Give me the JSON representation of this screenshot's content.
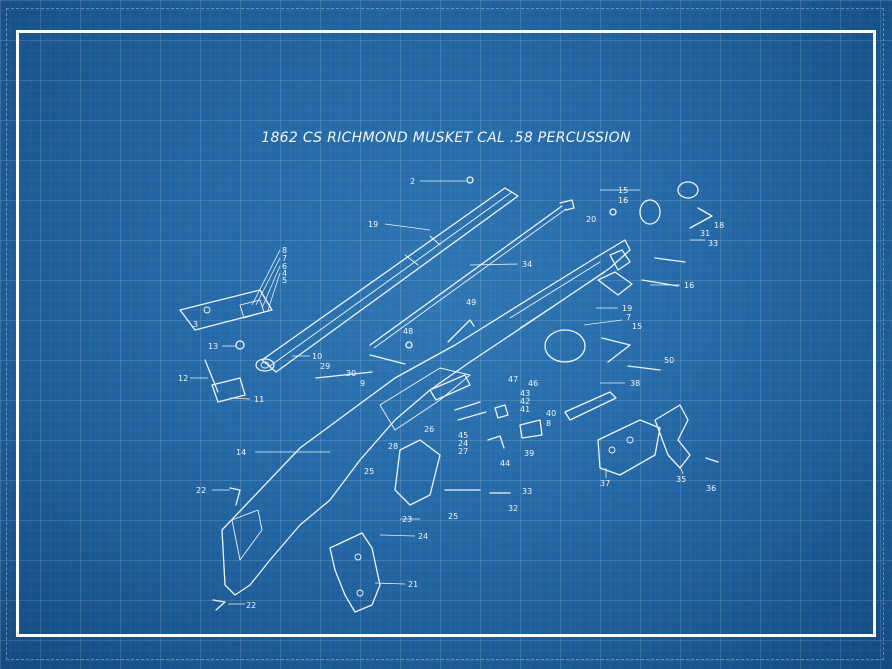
{
  "title": "1862 CS RICHMOND MUSKET CAL .58 PERCUSSION",
  "colors": {
    "background": "#2468a6",
    "line": "#eef4fb",
    "frame": "#ffffff"
  },
  "labels": [
    {
      "id": "p2",
      "text": "2"
    },
    {
      "id": "p19a",
      "text": "19"
    },
    {
      "id": "p34",
      "text": "34"
    },
    {
      "id": "p8",
      "text": "8"
    },
    {
      "id": "p7",
      "text": "7"
    },
    {
      "id": "p6",
      "text": "6"
    },
    {
      "id": "p4",
      "text": "4"
    },
    {
      "id": "p5",
      "text": "5"
    },
    {
      "id": "p3",
      "text": "3"
    },
    {
      "id": "p13",
      "text": "13"
    },
    {
      "id": "p12",
      "text": "12"
    },
    {
      "id": "p11",
      "text": "11"
    },
    {
      "id": "p10",
      "text": "10"
    },
    {
      "id": "p29",
      "text": "29"
    },
    {
      "id": "p30",
      "text": "30"
    },
    {
      "id": "p9",
      "text": "9"
    },
    {
      "id": "p48",
      "text": "48"
    },
    {
      "id": "p49",
      "text": "49"
    },
    {
      "id": "p15a",
      "text": "15"
    },
    {
      "id": "p16a",
      "text": "16"
    },
    {
      "id": "p20",
      "text": "20"
    },
    {
      "id": "p18",
      "text": "18"
    },
    {
      "id": "p31",
      "text": "31"
    },
    {
      "id": "p33a",
      "text": "33"
    },
    {
      "id": "p16b",
      "text": "16"
    },
    {
      "id": "p19b",
      "text": "19"
    },
    {
      "id": "p7b",
      "text": "7"
    },
    {
      "id": "p15b",
      "text": "15"
    },
    {
      "id": "p50",
      "text": "50"
    },
    {
      "id": "p38",
      "text": "38"
    },
    {
      "id": "p47",
      "text": "47"
    },
    {
      "id": "p46",
      "text": "46"
    },
    {
      "id": "p43",
      "text": "43"
    },
    {
      "id": "p42",
      "text": "42"
    },
    {
      "id": "p41",
      "text": "41"
    },
    {
      "id": "p40",
      "text": "40"
    },
    {
      "id": "p8b",
      "text": "8"
    },
    {
      "id": "p14",
      "text": "14"
    },
    {
      "id": "p26",
      "text": "26"
    },
    {
      "id": "p45",
      "text": "45"
    },
    {
      "id": "p24a",
      "text": "24"
    },
    {
      "id": "p27",
      "text": "27"
    },
    {
      "id": "p39",
      "text": "39"
    },
    {
      "id": "p44",
      "text": "44"
    },
    {
      "id": "p28",
      "text": "28"
    },
    {
      "id": "p25a",
      "text": "25"
    },
    {
      "id": "p22a",
      "text": "22"
    },
    {
      "id": "p33b",
      "text": "33"
    },
    {
      "id": "p32",
      "text": "32"
    },
    {
      "id": "p25b",
      "text": "25"
    },
    {
      "id": "p23",
      "text": "23"
    },
    {
      "id": "p24b",
      "text": "24"
    },
    {
      "id": "p37",
      "text": "37"
    },
    {
      "id": "p35",
      "text": "35"
    },
    {
      "id": "p36",
      "text": "36"
    },
    {
      "id": "p21",
      "text": "21"
    },
    {
      "id": "p22b",
      "text": "22"
    }
  ]
}
